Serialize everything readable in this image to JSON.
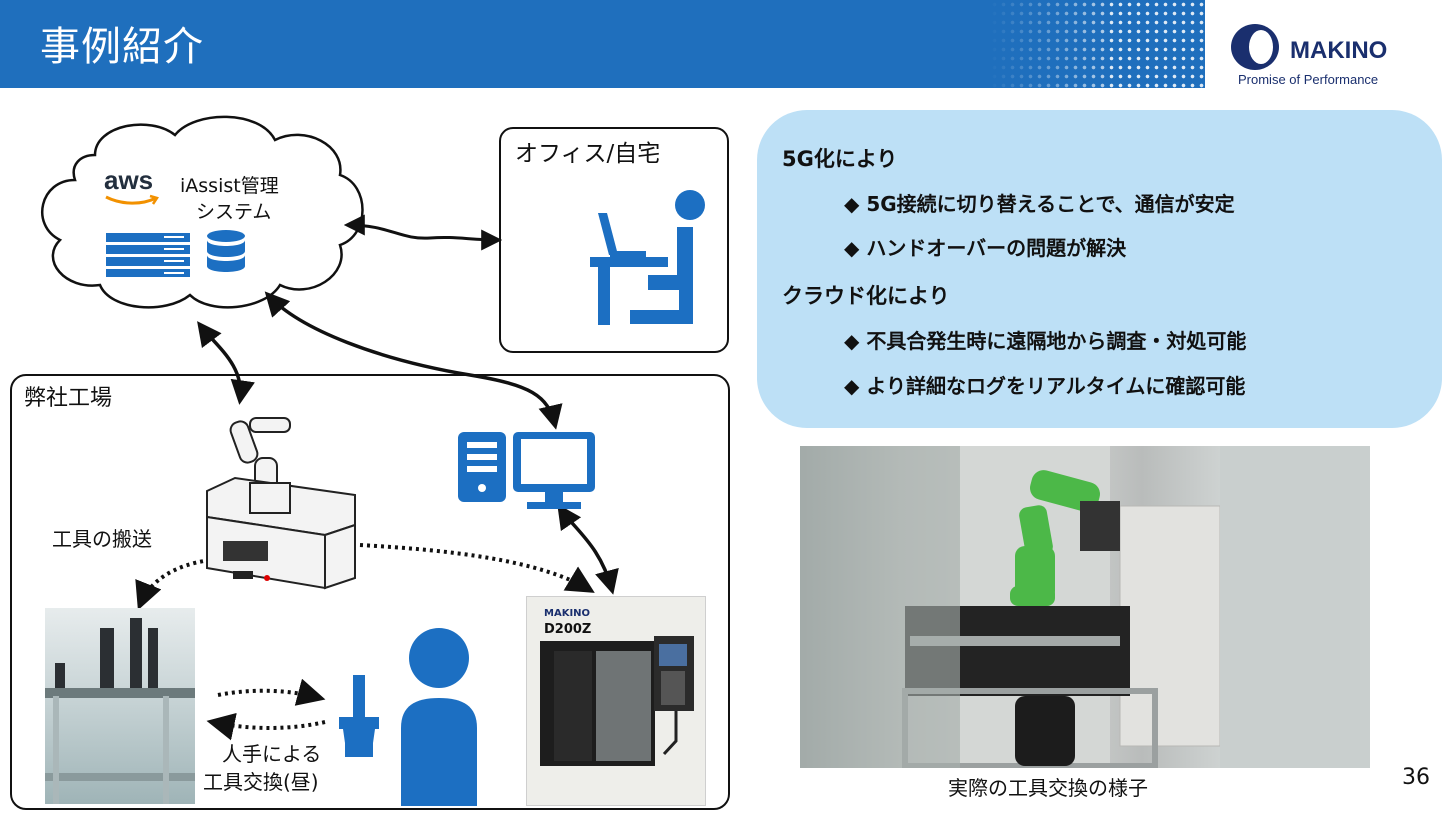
{
  "header": {
    "title": "事例紹介"
  },
  "logo": {
    "brand": "MAKINO",
    "tagline": "Promise of Performance"
  },
  "cloud": {
    "aws_label": "aws",
    "system_line1": "iAssist管理",
    "system_line2": "システム"
  },
  "office": {
    "label": "オフィス/自宅"
  },
  "factory": {
    "label": "弊社工場",
    "transport_label": "工具の搬送",
    "manual_line1": "人手による",
    "manual_line2": "工具交換(昼)",
    "machine_brand": "MAKINO",
    "machine_model": "D200Z"
  },
  "info": {
    "heading1": "5G化により",
    "bullets1": [
      "◆ 5G接続に切り替えることで、通信が安定",
      "◆ ハンドオーバーの問題が解決"
    ],
    "heading2": "クラウド化により",
    "bullets2": [
      "◆ 不具合発生時に遠隔地から調査・対処可能",
      "◆ より詳細なログをリアルタイムに確認可能"
    ]
  },
  "photo": {
    "caption": "実際の工具交換の様子"
  },
  "page_number": "36",
  "colors": {
    "header_blue": "#1f6fbd",
    "icon_blue": "#1c6fc2",
    "panel_blue": "#bde0f6",
    "aws_orange": "#f29100",
    "robot_green": "#4cb848"
  }
}
